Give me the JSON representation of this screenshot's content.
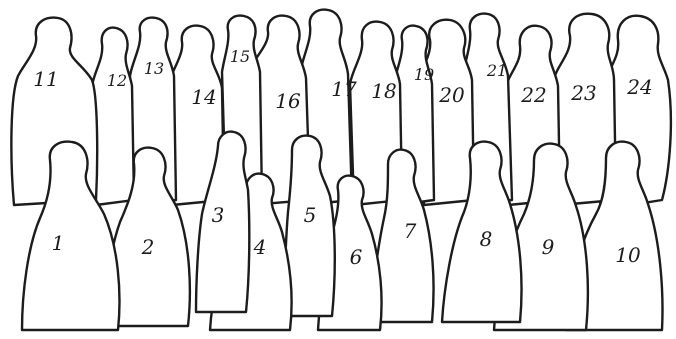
{
  "figures": {
    "f1": "1",
    "f2": "2",
    "f3": "3",
    "f4": "4",
    "f5": "5",
    "f6": "6",
    "f7": "7",
    "f8": "8",
    "f9": "9",
    "f10": "10",
    "f11": "11",
    "f12": "12",
    "f13": "13",
    "f14": "14",
    "f15": "15",
    "f16": "16",
    "f17": "17",
    "f18": "18",
    "f19": "19",
    "f20": "20",
    "f21": "21",
    "f22": "22",
    "f23": "23",
    "f24": "24"
  }
}
